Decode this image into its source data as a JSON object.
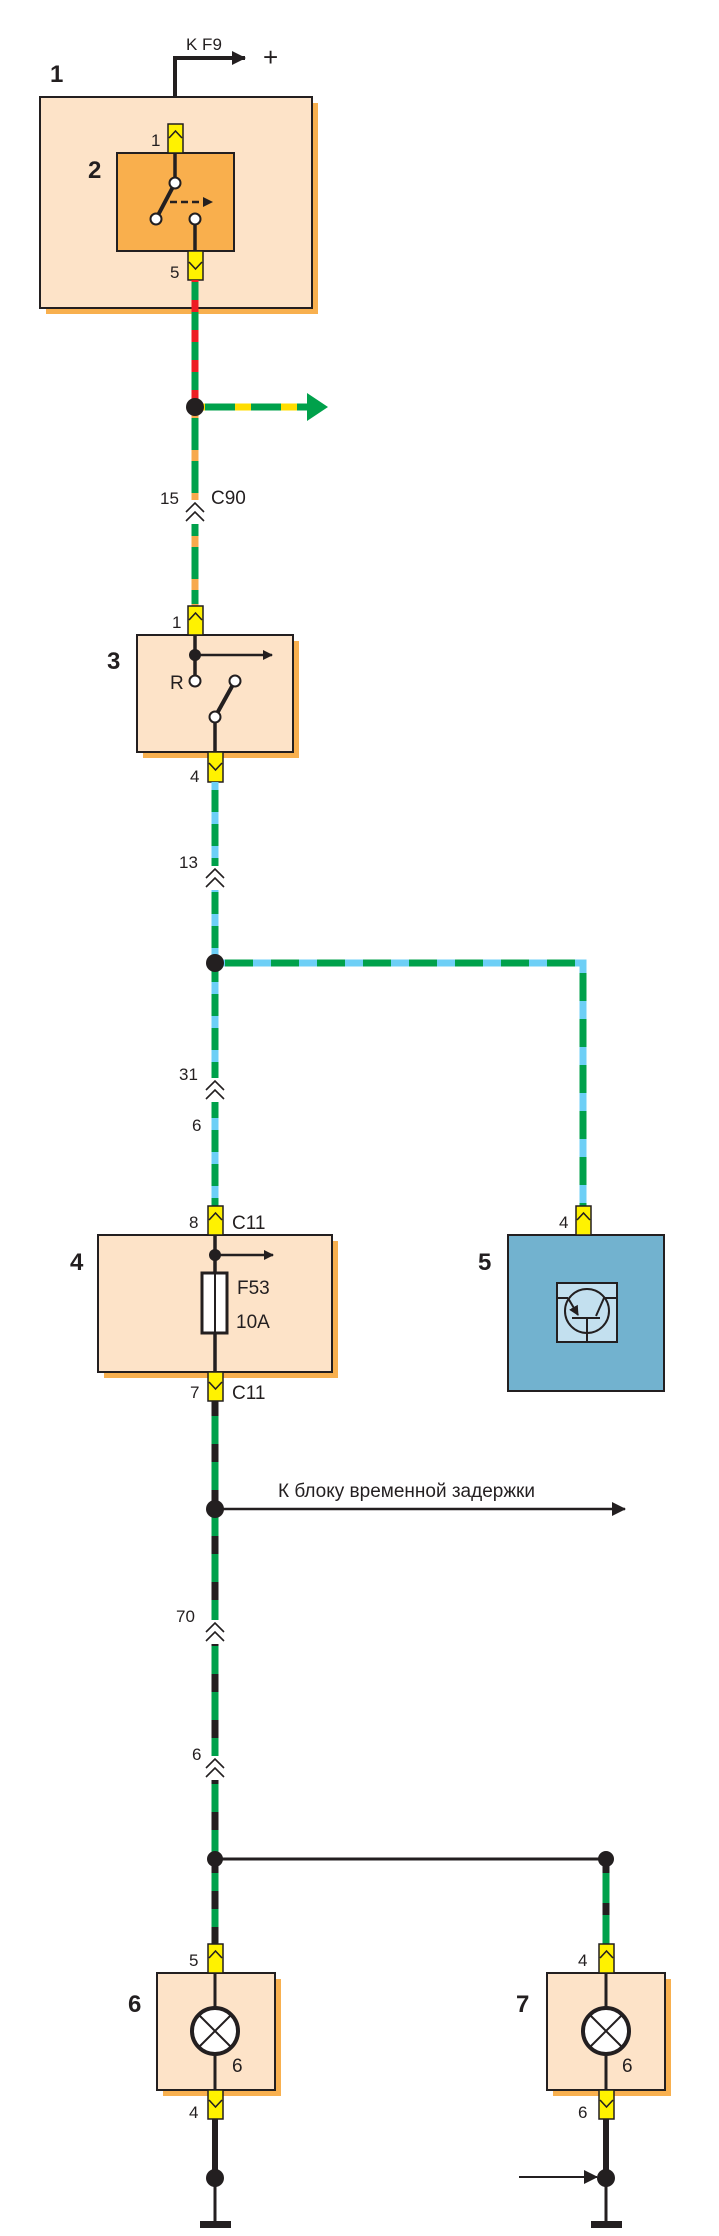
{
  "supply": {
    "label": "K F9",
    "polarity": "+"
  },
  "components": [
    {
      "id": "1",
      "pins": [
        "1",
        "5"
      ]
    },
    {
      "id": "2"
    },
    {
      "id": "3",
      "pins": [
        "1",
        "4"
      ],
      "contact_label": "R"
    },
    {
      "id": "4",
      "pins": [
        "8",
        "7"
      ],
      "connector": "C11",
      "fuse": "F53",
      "rating": "10A"
    },
    {
      "id": "5",
      "pins": [
        "4"
      ]
    },
    {
      "id": "6",
      "pins": [
        "5",
        "4"
      ],
      "lamp_label": "6"
    },
    {
      "id": "7",
      "pins": [
        "4",
        "6"
      ],
      "lamp_label": "6"
    }
  ],
  "inline_connectors": {
    "c90": {
      "pin": "15",
      "name": "C90"
    },
    "a": {
      "pin": "13"
    },
    "b": {
      "pin_top": "31",
      "pin_bottom": "6"
    },
    "c": {
      "pin_top": "70",
      "pin_bottom": "6"
    }
  },
  "branch_text": "К блоку временной задержки",
  "wire_colors": {
    "green": "#00a14b",
    "red": "#ed1c24",
    "orange": "#f7a94c",
    "yellow": "#ffdd00",
    "blue": "#6dcff6",
    "black": "#231f20"
  }
}
